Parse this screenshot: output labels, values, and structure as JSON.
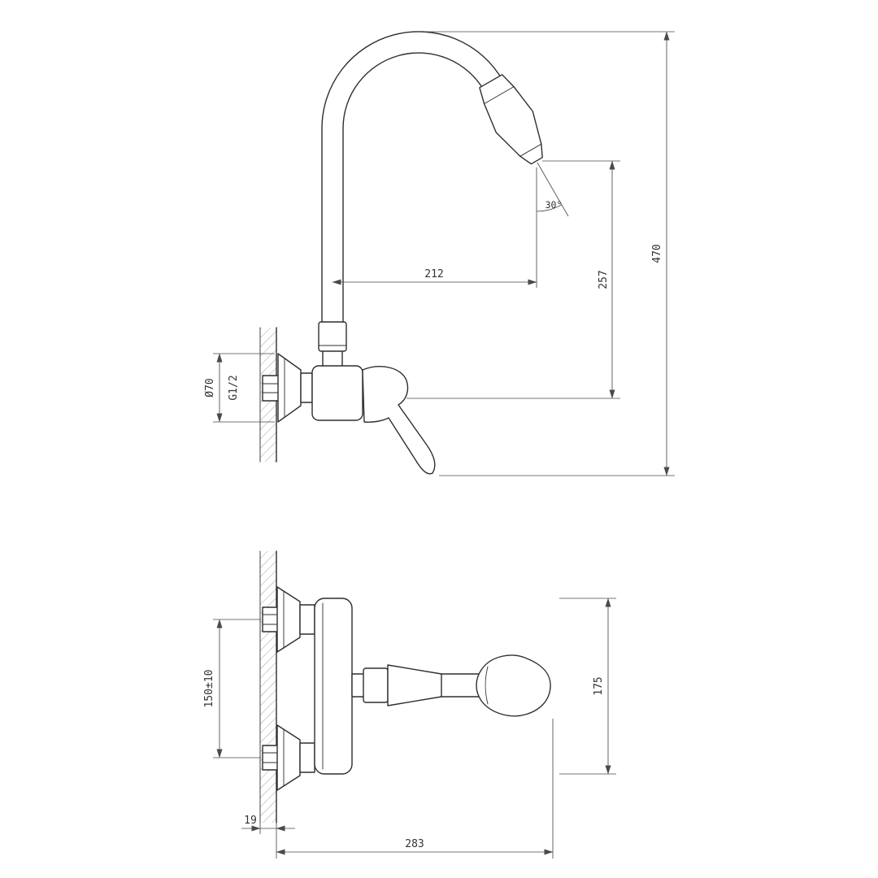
{
  "drawing": {
    "background": "#ffffff",
    "line_color": "#2e2e2e",
    "dimension_color": "#4a4a4a",
    "labels": {
      "spout_reach": "212",
      "outlet_height": "257",
      "overall_height": "470",
      "spray_angle": "30°",
      "escutcheon_diameter": "Ø70",
      "connection_thread": "G1/2",
      "inlet_spacing": "150±10",
      "body_depth": "175",
      "wall_thickness": "19",
      "overall_width": "283"
    }
  }
}
